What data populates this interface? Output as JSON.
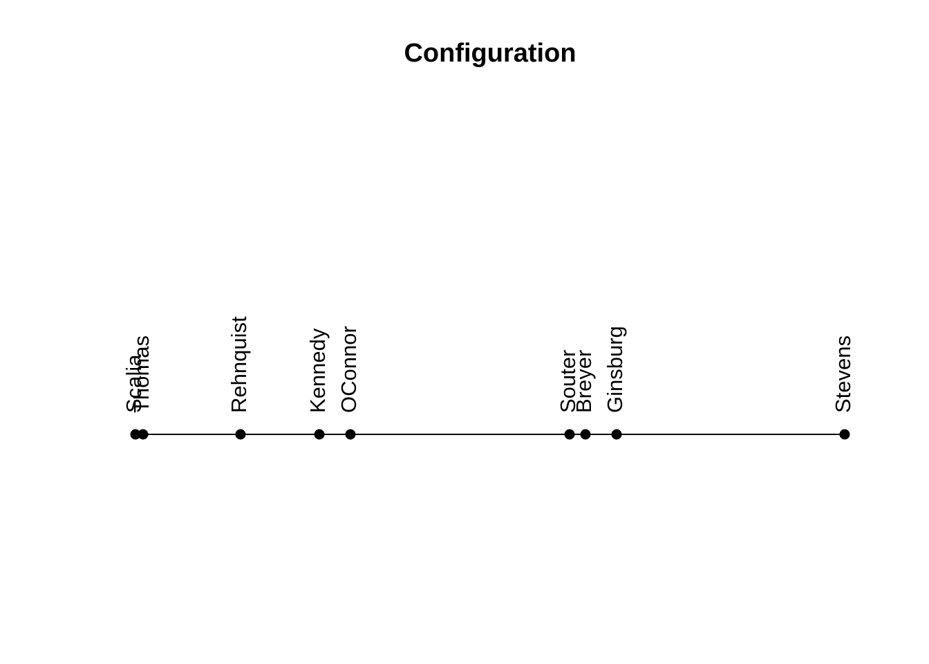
{
  "title": "Configuration",
  "chart_data": {
    "type": "scatter",
    "title": "Configuration",
    "description": "One-dimensional configuration plot (MDS-style) of Supreme Court justices along a single latent axis; no axes, ticks or gridlines are drawn, only a horizontal line with labeled points",
    "orientation": "horizontal-1d",
    "xlabel": "",
    "ylabel": "",
    "grid": false,
    "legend": false,
    "x_units": "relative position along line, 0 = leftmost point, 1 = rightmost point (estimated from pixels)",
    "point_color": "#000000",
    "line_color": "#000000",
    "label_rotation_deg": 90,
    "points": [
      {
        "label": "Scalia",
        "x": 0.0
      },
      {
        "label": "Thomas",
        "x": 0.0107
      },
      {
        "label": "Rehnquist",
        "x": 0.1481
      },
      {
        "label": "Kennedy",
        "x": 0.2593
      },
      {
        "label": "OConnor",
        "x": 0.3031
      },
      {
        "label": "Souter",
        "x": 0.6121
      },
      {
        "label": "Breyer",
        "x": 0.6345
      },
      {
        "label": "Ginsburg",
        "x": 0.6784
      },
      {
        "label": "Stevens",
        "x": 1.0
      }
    ]
  }
}
